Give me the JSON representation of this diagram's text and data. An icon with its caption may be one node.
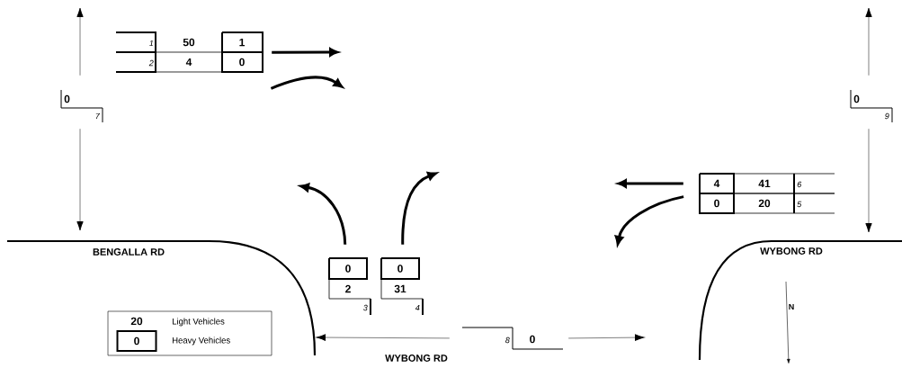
{
  "diagram": {
    "nodes": [
      {
        "text": [
          "1",
          "50",
          "1"
        ]
      },
      {
        "text": [
          "2",
          "4",
          "0"
        ]
      },
      {
        "text": [
          "0",
          "2",
          "3"
        ]
      },
      {
        "text": [
          "0",
          "31",
          "4"
        ]
      },
      {
        "text": [
          "4",
          "41",
          "6"
        ]
      },
      {
        "text": [
          "0",
          "20",
          "5"
        ]
      },
      {
        "text": [
          "0",
          "7"
        ]
      },
      {
        "text": [
          "8",
          "0"
        ]
      },
      {
        "text": [
          "0",
          "9"
        ]
      }
    ],
    "edges": [
      {
        "from": 0,
        "to": null,
        "arrow": "to",
        "style": "thick"
      },
      {
        "from": 1,
        "to": null,
        "arrow": "to",
        "style": "thick"
      },
      {
        "from": 2,
        "to": null,
        "arrow": "to",
        "style": "thick"
      },
      {
        "from": 3,
        "to": null,
        "arrow": "to",
        "style": "thick"
      },
      {
        "from": 4,
        "to": null,
        "arrow": "to",
        "style": "thick"
      },
      {
        "from": 5,
        "to": null,
        "arrow": "to",
        "style": "thick"
      },
      {
        "from": 6,
        "to": null,
        "arrow": "to",
        "color": "#808080"
      },
      {
        "from": 6,
        "to": null,
        "arrow": "to",
        "color": "#808080"
      },
      {
        "from": 7,
        "to": null,
        "arrow": "to",
        "color": "#808080"
      },
      {
        "from": 7,
        "to": null,
        "arrow": "to",
        "color": "#808080"
      },
      {
        "from": 8,
        "to": null,
        "arrow": "to",
        "color": "#808080"
      },
      {
        "from": 8,
        "to": null,
        "arrow": "to",
        "color": "#808080"
      }
    ],
    "labels": [
      "BENGALLA RD",
      "WYBONG RD",
      "N",
      "20",
      "0",
      "WYBONG RD"
    ],
    "legend": [
      {
        "text": "Light Vehicles"
      },
      {
        "text": "Heavy Vehicles"
      }
    ]
  }
}
